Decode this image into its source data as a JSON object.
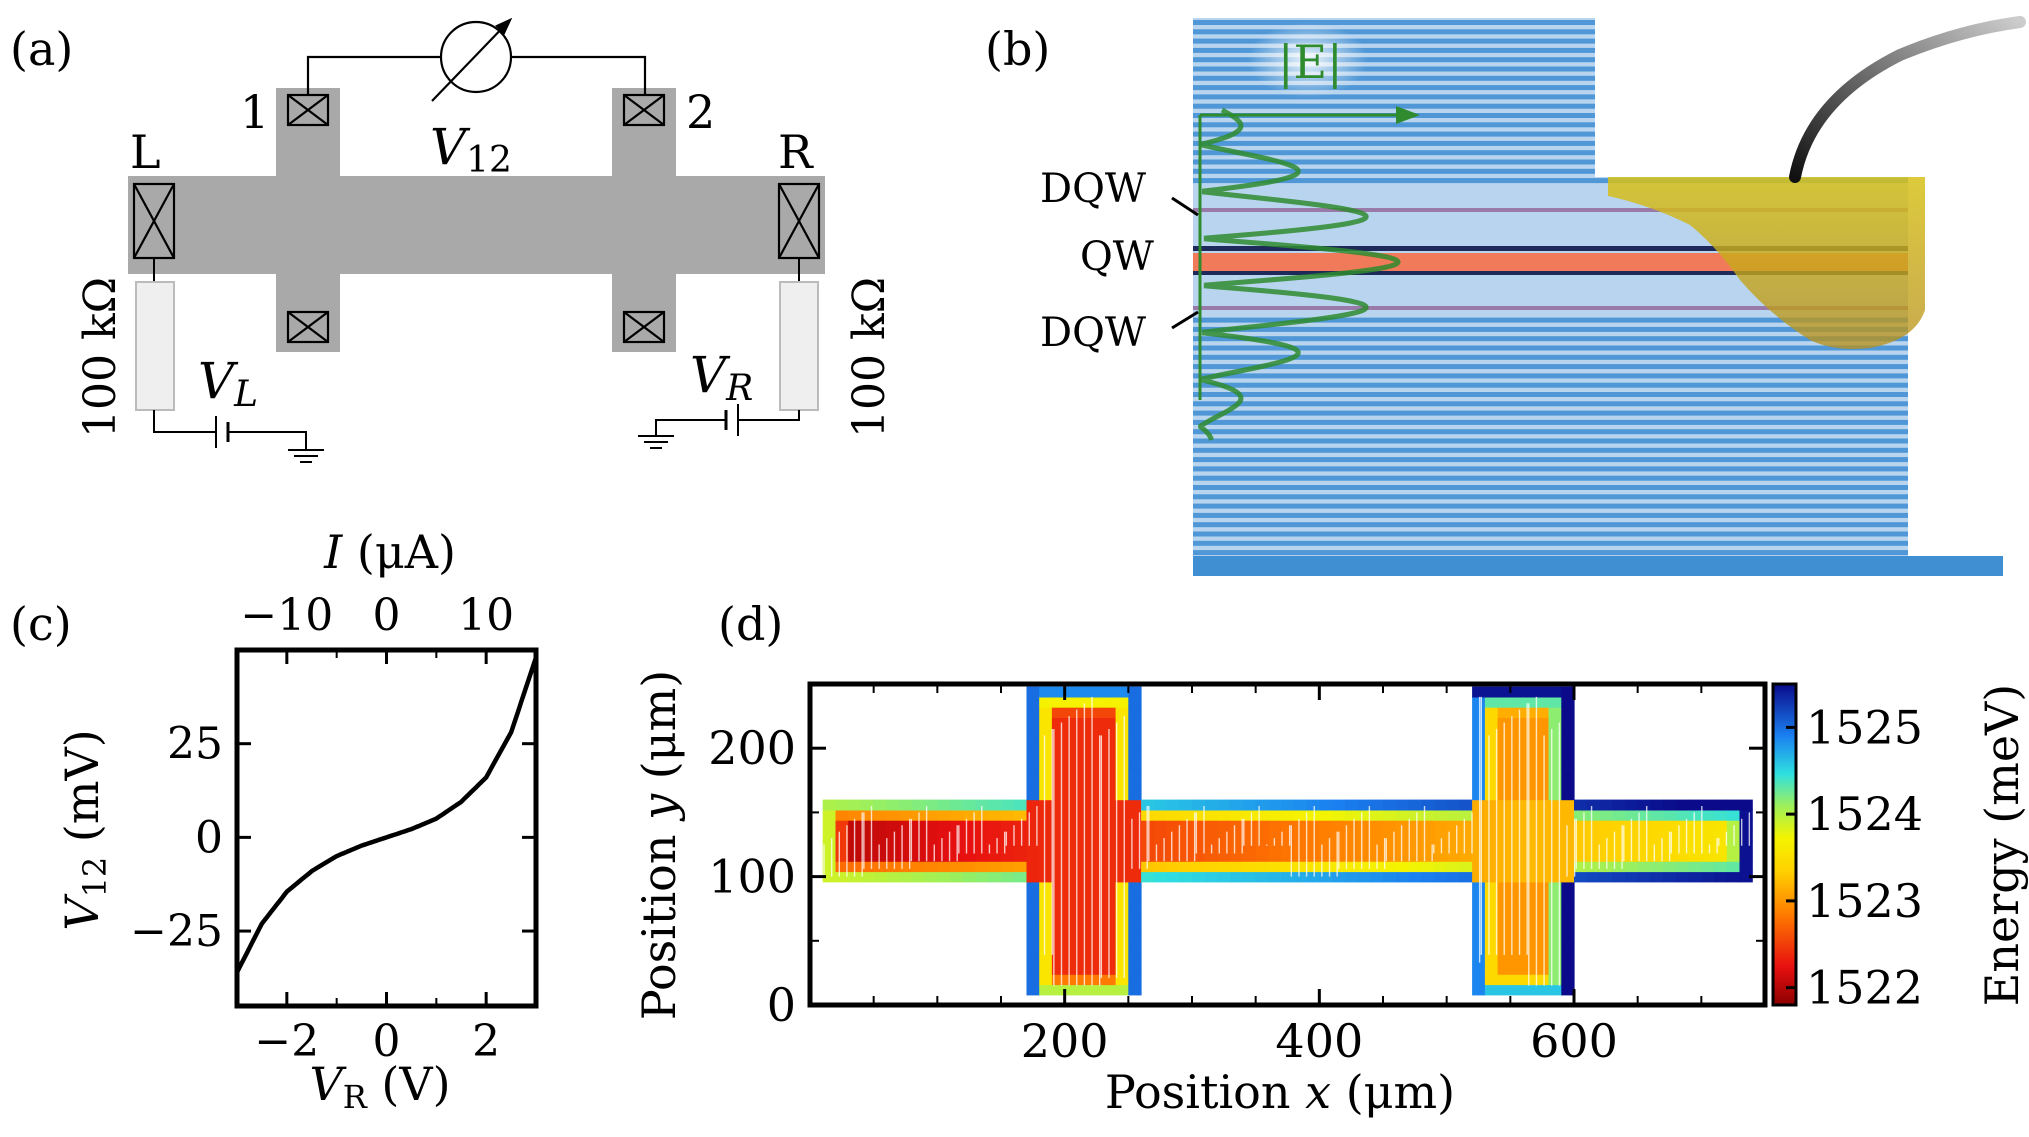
{
  "panels": {
    "a": {
      "label": "(a)"
    },
    "b": {
      "label": "(b)"
    },
    "c": {
      "label": "(c)"
    },
    "d": {
      "label": "(d)"
    }
  },
  "circuit": {
    "contact_L": "L",
    "contact_R": "R",
    "contact_1": "1",
    "contact_2": "2",
    "voltmeter": {
      "symbol": "V",
      "subscript": "12"
    },
    "resistor_left": "100 kΩ",
    "resistor_right": "100 kΩ",
    "source_left": {
      "symbol": "V",
      "subscript": "L"
    },
    "source_right": {
      "symbol": "V",
      "subscript": "R"
    }
  },
  "structure": {
    "field_label": "|E|",
    "label_dqw_top": "DQW",
    "label_qw": "QW",
    "label_dqw_bottom": "DQW"
  },
  "colors": {
    "device_gray": "#a9a9a9",
    "substrate_blue": "#3f8fd2",
    "layer_light_blue": "#b8d4ee",
    "qw_red": "#f07a5a",
    "field_green": "#2e8b2e",
    "contact_gold": "#c9a81a"
  },
  "chart_data": [
    {
      "type": "line",
      "panel": "c",
      "xlabel": {
        "symbol": "V",
        "subscript": "R",
        "unit": " (V)"
      },
      "ylabel": {
        "symbol": "V",
        "subscript": "12",
        "unit": " (mV)"
      },
      "x2label": {
        "symbol": "I",
        "unit": " (μA)"
      },
      "xlim": [
        -3,
        3
      ],
      "ylim": [
        -45,
        50
      ],
      "x2lim": [
        -15,
        15
      ],
      "xticks": [
        "−2",
        "0",
        "2"
      ],
      "yticks": [
        "25",
        "0",
        "−25"
      ],
      "x2ticks": [
        "−10",
        "0",
        "10"
      ],
      "series": [
        {
          "x": [
            -3,
            -2.5,
            -2,
            -1.5,
            -1,
            -0.5,
            0,
            0.5,
            1,
            1.5,
            2,
            2.5,
            3
          ],
          "y": [
            -36,
            -23,
            -14.5,
            -9,
            -5,
            -2.2,
            0,
            2.2,
            5,
            9.5,
            16,
            28,
            48
          ]
        }
      ]
    },
    {
      "type": "heatmap",
      "panel": "d",
      "xlabel": {
        "text": "Position ",
        "symbol": "x",
        "unit": " (μm)"
      },
      "ylabel": {
        "text": "Position ",
        "symbol": "y",
        "unit": " (μm)"
      },
      "colorbar_label": "Energy (meV)",
      "xlim": [
        0,
        750
      ],
      "ylim": [
        0,
        250
      ],
      "xticks": [
        "200",
        "400",
        "600"
      ],
      "yticks": [
        "0",
        "100",
        "200"
      ],
      "colorbar_ticks": [
        "1525",
        "1524",
        "1523",
        "1522"
      ],
      "colorbar_range": [
        1521.8,
        1525.5
      ],
      "regions": [
        {
          "name": "bar",
          "x": [
            10,
            740
          ],
          "y": [
            95,
            160
          ],
          "energy_left": 1522.0,
          "energy_right": 1523.6
        },
        {
          "name": "arm-1",
          "x": [
            175,
            255
          ],
          "y": [
            5,
            245
          ],
          "energy_center": 1522.4
        },
        {
          "name": "arm-2",
          "x": [
            520,
            595
          ],
          "y": [
            5,
            245
          ],
          "energy_center": 1523.0
        }
      ]
    }
  ]
}
